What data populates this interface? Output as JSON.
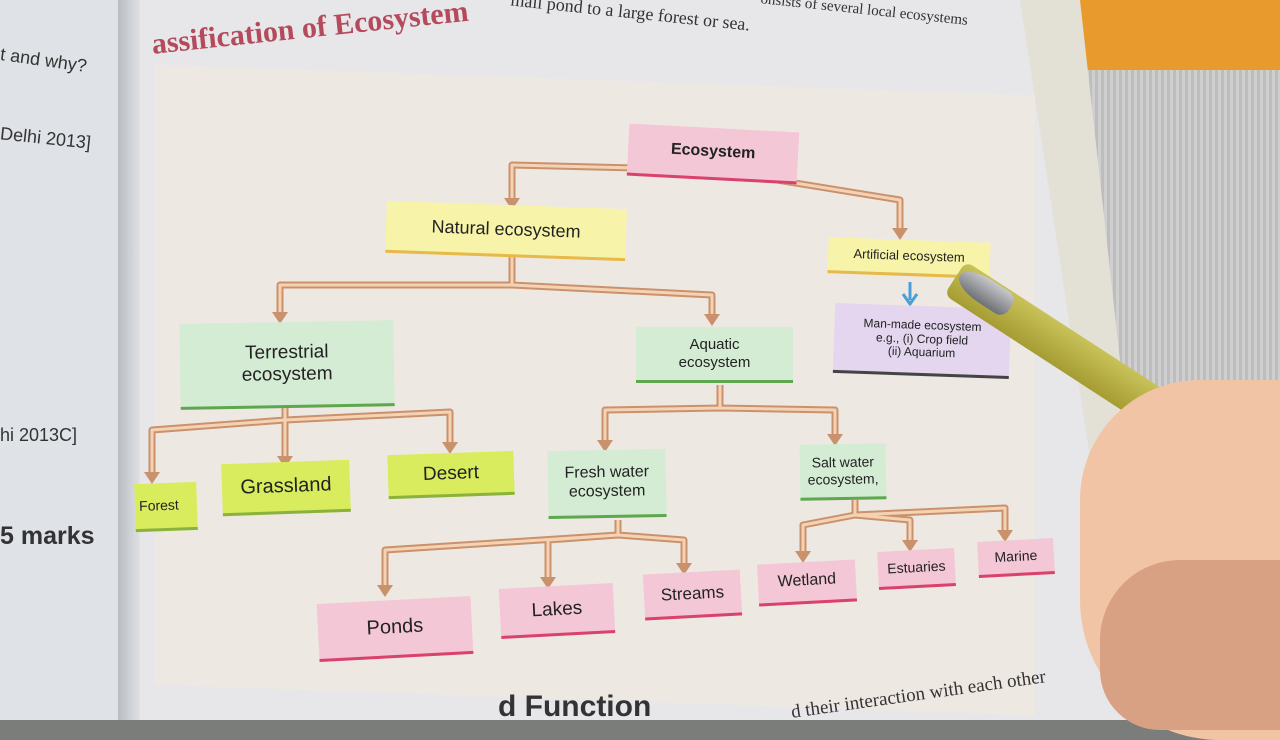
{
  "page": {
    "title": "assification of Ecosystem",
    "top_line_1": "onsists of several local ecosystems",
    "top_line_2": "mall pond to a large forest or sea.",
    "bottom_heading": "d Function",
    "bottom_text": "d their interaction with each other",
    "left_page": {
      "line_1": "t and why?",
      "line_2": "Delhi 2013]",
      "line_3": "hi 2013C]",
      "line_4": "5 marks"
    }
  },
  "diagram": {
    "root": "Ecosystem",
    "natural": "Natural ecosystem",
    "artificial": "Artificial ecosystem",
    "man_made": "Man-made ecosystem",
    "man_made_eg1": "e.g., (i) Crop field",
    "man_made_eg2": "(ii) Aquarium",
    "terrestrial": "Terrestrial ecosystem",
    "aquatic": "Aquatic ecosystem",
    "forest": "Forest",
    "grassland": "Grassland",
    "desert": "Desert",
    "fresh_water": "Fresh water ecosystem",
    "salt_water": "Salt water ecosystem,",
    "ponds": "Ponds",
    "lakes": "Lakes",
    "streams": "Streams",
    "wetland": "Wetland",
    "estuaries": "Estuaries",
    "marine": "Marine"
  },
  "colors": {
    "pink_box": "#f4c7d6",
    "yellow_box": "#f7f3a8",
    "green_box": "#d4ecd4",
    "arrow_fill": "#f6d2b5"
  }
}
